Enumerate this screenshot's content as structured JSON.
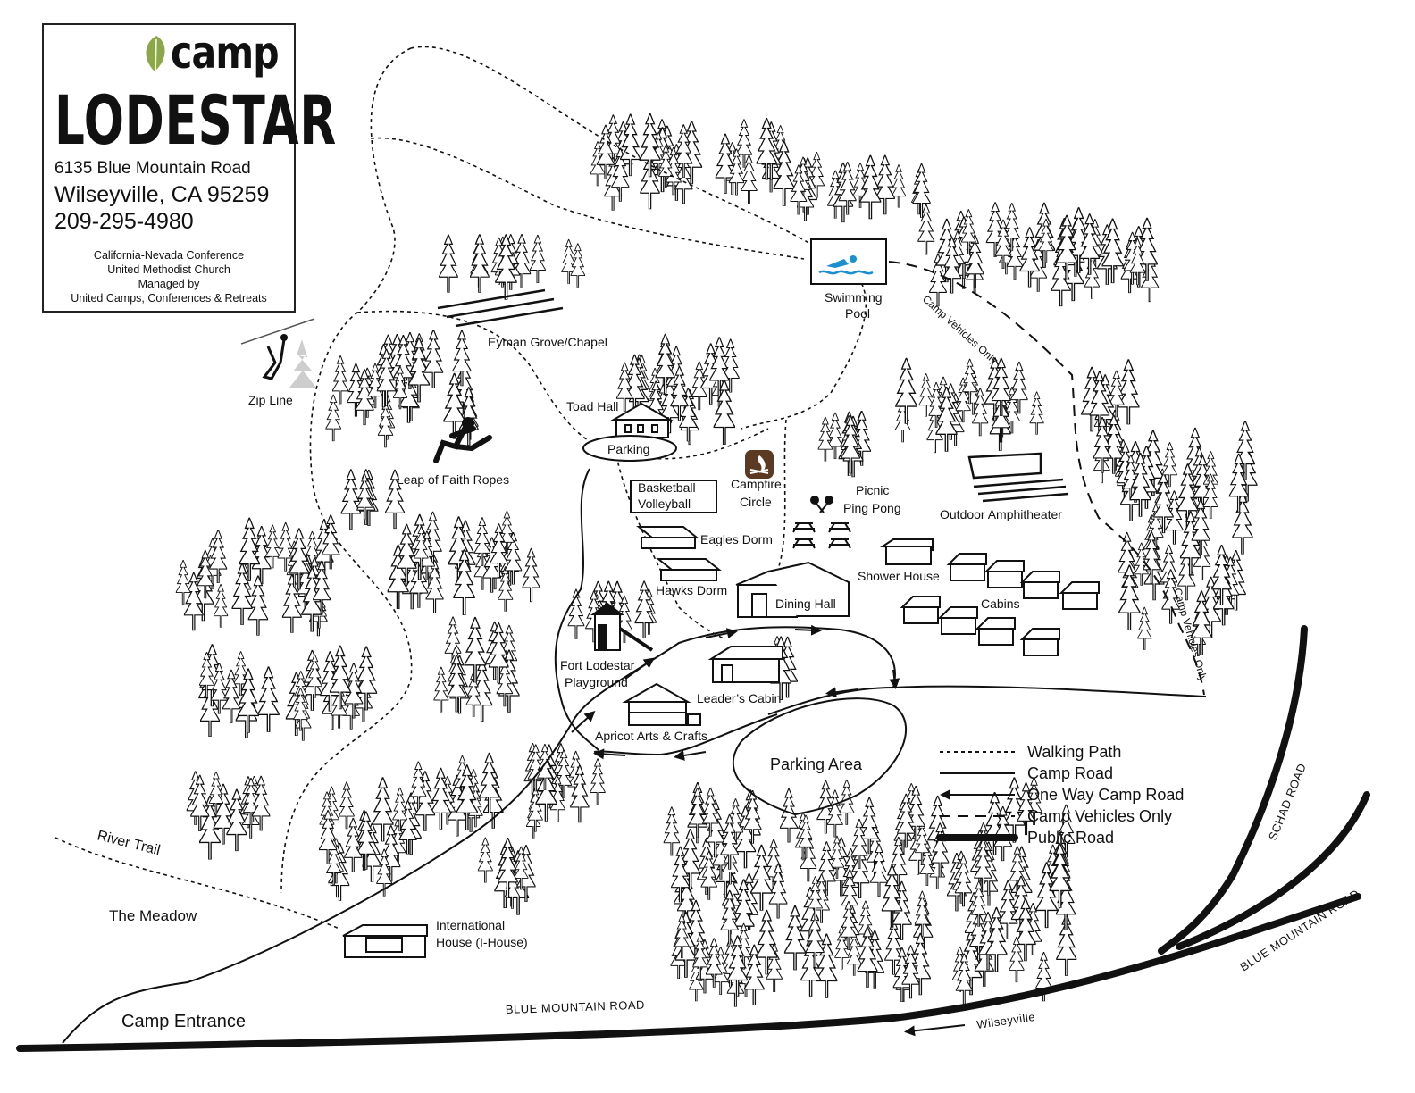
{
  "info": {
    "camp_word": "camp",
    "name": "LODESTAR",
    "address_line1": "6135 Blue Mountain Road",
    "address_line2": "Wilseyville, CA 95259",
    "phone": "209-295-4980",
    "org_lines": [
      "California-Nevada Conference",
      "United Methodist Church",
      "Managed by",
      "United Camps, Conferences & Retreats"
    ]
  },
  "labels": {
    "eyman": "Eyman Grove/Chapel",
    "zip_line": "Zip Line",
    "swimming": "Swimming",
    "pool": "Pool",
    "toad_hall": "Toad Hall",
    "parking": "Parking",
    "leap": "Leap of Faith Ropes",
    "basketball": "Basketball",
    "volleyball": "Volleyball",
    "campfire": "Campfire",
    "circle": "Circle",
    "picnic": "Picnic",
    "ping_pong": "Ping Pong",
    "amphitheater": "Outdoor  Amphitheater",
    "eagles": "Eagles Dorm",
    "hawks": "Hawks Dorm",
    "shower": "Shower House",
    "dining": "Dining Hall",
    "cabins": "Cabins",
    "fort1": "Fort Lodestar",
    "fort2": "Playground",
    "leaders": "Leader’s Cabin",
    "apricot": "Apricot Arts & Crafts",
    "parking_area": "Parking Area",
    "intl1": "International",
    "intl2": "House (I-House)",
    "meadow": "The Meadow",
    "river_trail": "River Trail",
    "entrance": "Camp Entrance",
    "camp_vehicles_1": "Camp Vehicles Only",
    "camp_vehicles_2": "Camp Vehicles Only",
    "blue_mtn_1": "BLUE MOUNTAIN ROAD",
    "blue_mtn_2": "BLUE MOUNTAIN ROAD",
    "schad": "SCHAD ROAD",
    "wilseyville": "Wilseyville"
  },
  "legend": [
    {
      "style": "walking",
      "label": "Walking Path"
    },
    {
      "style": "camp-road",
      "label": "Camp Road"
    },
    {
      "style": "one-way",
      "label": "One Way Camp Road"
    },
    {
      "style": "vehicles",
      "label": "Camp Vehicles Only"
    },
    {
      "style": "public",
      "label": "Public Road"
    }
  ],
  "icons": {
    "swim": "swimmer-icon",
    "campfire": "campfire-icon",
    "zip": "zipline-icon",
    "ropes": "climber-icon",
    "pingpong": "ping-pong-icon",
    "leaf": "aspen-leaf-icon"
  },
  "colors": {
    "leaf": "#8aa84a",
    "swim": "#1c8fcf",
    "campfire_bg": "#5a3a22",
    "ink": "#111111"
  }
}
